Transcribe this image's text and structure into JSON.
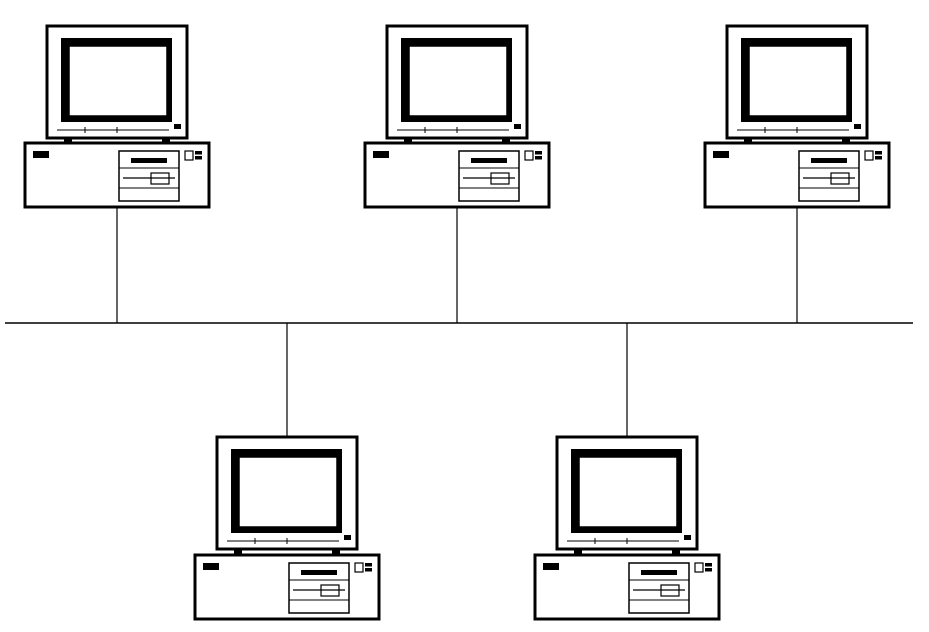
{
  "diagram": {
    "topology": "bus",
    "colors": {
      "background": "#ffffff",
      "stroke": "#000000"
    },
    "nodes": [
      {
        "id": "pc-1",
        "row": "top",
        "icon": "desktop-computer-icon"
      },
      {
        "id": "pc-2",
        "row": "top",
        "icon": "desktop-computer-icon"
      },
      {
        "id": "pc-3",
        "row": "top",
        "icon": "desktop-computer-icon"
      },
      {
        "id": "pc-4",
        "row": "bottom",
        "icon": "desktop-computer-icon"
      },
      {
        "id": "pc-5",
        "row": "bottom",
        "icon": "desktop-computer-icon"
      }
    ]
  }
}
